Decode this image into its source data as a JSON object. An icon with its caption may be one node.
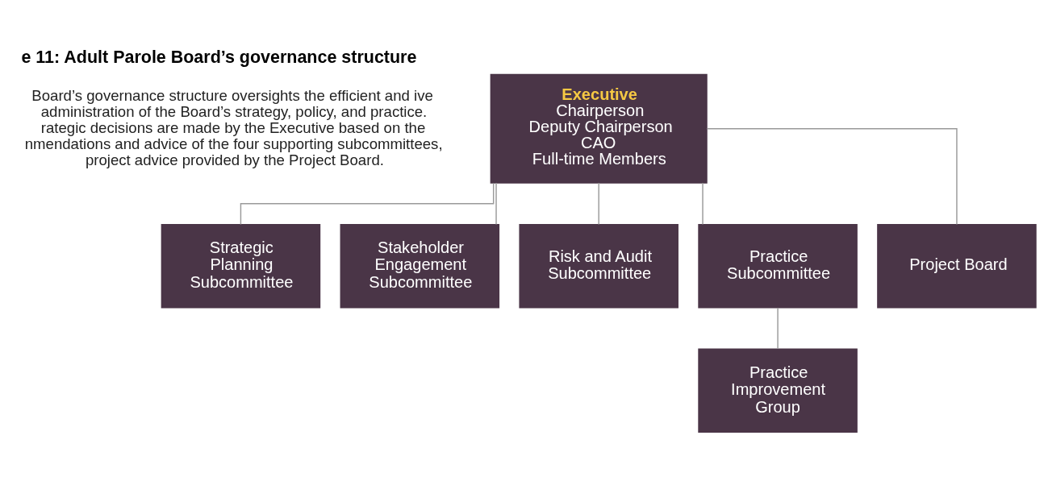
{
  "diagram": {
    "title": "e 11: Adult Parole Board’s governance structure",
    "nodes": [
      {
        "text": [
          "Executive",
          "Chairperson",
          "Deputy Chairperson",
          "CAO",
          "Full-time Members"
        ]
      },
      {
        "text": [
          "Strategic Planning Subcommittee"
        ]
      },
      {
        "text": [
          "Stakeholder Engagement Subcommittee"
        ]
      },
      {
        "text": [
          "Risk and Audit Subcommittee"
        ]
      },
      {
        "text": [
          "Practice Subcommittee"
        ]
      },
      {
        "text": [
          "Project Board"
        ]
      },
      {
        "text": [
          "Practice Improvement Group"
        ]
      }
    ],
    "edges": [
      {
        "from": 0,
        "to": 1,
        "arrow": "none"
      },
      {
        "from": 0,
        "to": 2,
        "arrow": "none"
      },
      {
        "from": 0,
        "to": 3,
        "arrow": "none"
      },
      {
        "from": 0,
        "to": 4,
        "arrow": "none"
      },
      {
        "from": 0,
        "to": 5,
        "arrow": "none"
      },
      {
        "from": 4,
        "to": 6,
        "arrow": "none"
      }
    ],
    "labels": [
      "Board’s governance structure oversights the efficient and ive administration of the Board’s strategy, policy, and practice. rategic decisions are made by the Executive based on the nmendations and advice of the four supporting subcommittees, project advice provided by the Project Board."
    ]
  }
}
